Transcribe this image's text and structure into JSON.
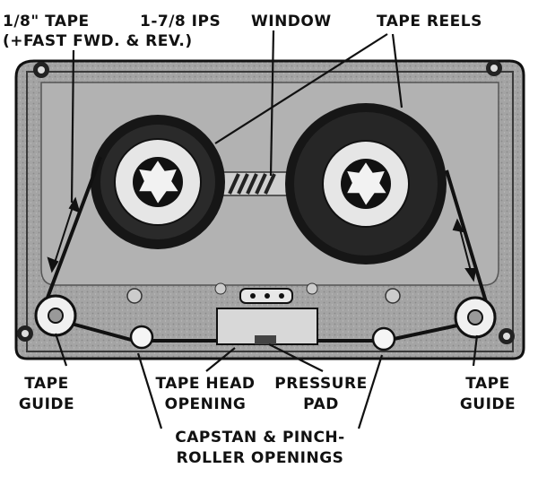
{
  "labels": {
    "tape_width": "1/8\" TAPE",
    "tape_speed": "1-7/8 IPS",
    "fast_fwd_rev": "(+FAST FWD. & REV.)",
    "window": "WINDOW",
    "tape_reels": "TAPE REELS",
    "tape_guide_left_1": "TAPE",
    "tape_guide_left_2": "GUIDE",
    "tape_head_opening_1": "TAPE HEAD",
    "tape_head_opening_2": "OPENING",
    "pressure_pad_1": "PRESSURE",
    "pressure_pad_2": "PAD",
    "tape_guide_right_1": "TAPE",
    "tape_guide_right_2": "GUIDE",
    "capstan_1": "CAPSTAN & PINCH-",
    "capstan_2": "ROLLER OPENINGS"
  },
  "colors": {
    "ink": "#111111",
    "shell": "#9a9a9a",
    "shell_light": "#bdbdbd",
    "tape": "#161616",
    "hub": "#e6e6e6"
  }
}
